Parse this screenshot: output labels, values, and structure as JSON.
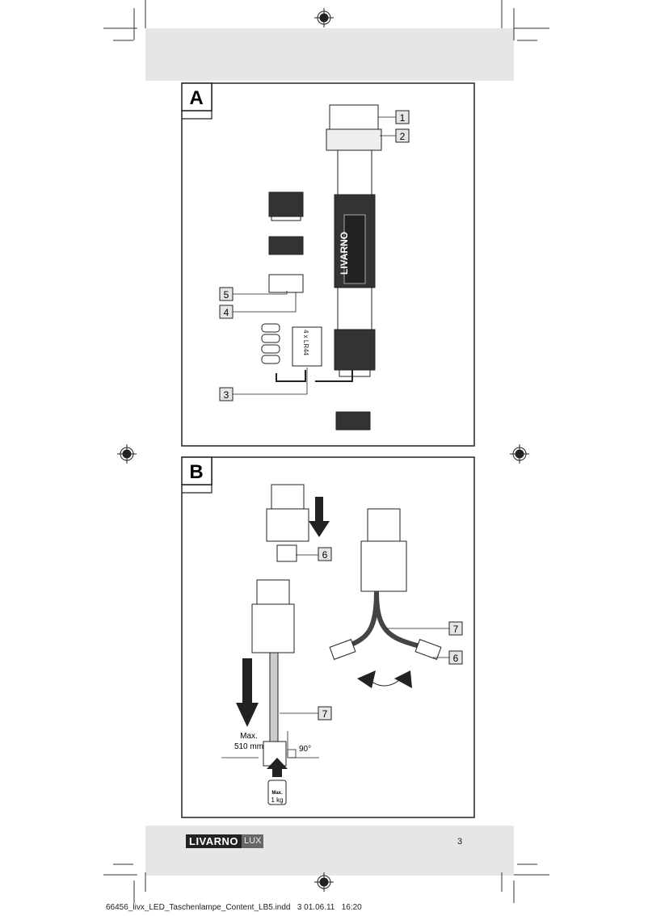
{
  "panels": {
    "a": {
      "label": "A",
      "callouts": [
        "1",
        "2",
        "3",
        "4",
        "5"
      ],
      "battery_label": "4 x LR44"
    },
    "b": {
      "label": "B",
      "callouts": [
        "6",
        "7",
        "7",
        "6"
      ],
      "max_length": "Max.",
      "max_length_value": "510 mm",
      "angle": "90°",
      "weight_max": "Max.",
      "weight_value": "1 kg"
    }
  },
  "footer_band": {
    "logo_main": "LIVARNO",
    "logo_sub": "LUX",
    "page_number": "3"
  },
  "print_slug": "66456_livx_LED_Taschenlampe_Content_LB5.indd   3 01.06.11   16:20"
}
